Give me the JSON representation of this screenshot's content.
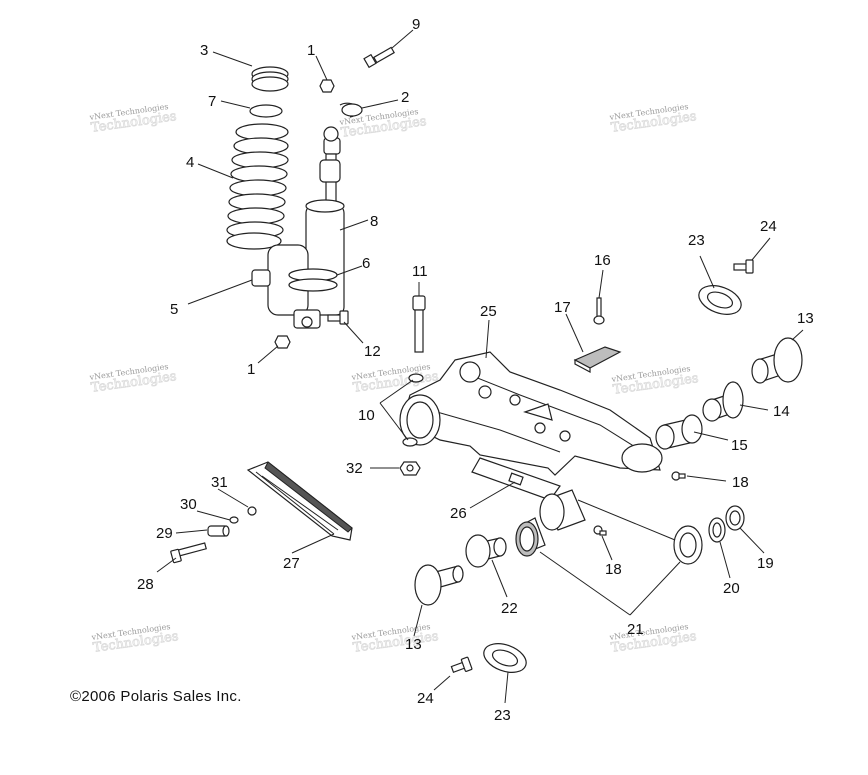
{
  "watermark": {
    "text": "vNext Technologies"
  },
  "copyright": "©2006 Polaris Sales Inc.",
  "callouts": [
    {
      "id": "c9a",
      "label": "9"
    },
    {
      "id": "c3",
      "label": "3"
    },
    {
      "id": "c1a",
      "label": "1"
    },
    {
      "id": "c2",
      "label": "2"
    },
    {
      "id": "c7",
      "label": "7"
    },
    {
      "id": "c4",
      "label": "4"
    },
    {
      "id": "c8",
      "label": "8"
    },
    {
      "id": "c6",
      "label": "6"
    },
    {
      "id": "c5",
      "label": "5"
    },
    {
      "id": "c12",
      "label": "12"
    },
    {
      "id": "c1b",
      "label": "1"
    },
    {
      "id": "c11",
      "label": "11"
    },
    {
      "id": "c25",
      "label": "25"
    },
    {
      "id": "c17",
      "label": "17"
    },
    {
      "id": "c16",
      "label": "16"
    },
    {
      "id": "c23a",
      "label": "23"
    },
    {
      "id": "c24a",
      "label": "24"
    },
    {
      "id": "c13a",
      "label": "13"
    },
    {
      "id": "c14",
      "label": "14"
    },
    {
      "id": "c15",
      "label": "15"
    },
    {
      "id": "c10",
      "label": "10"
    },
    {
      "id": "c32",
      "label": "32"
    },
    {
      "id": "c18a",
      "label": "18"
    },
    {
      "id": "c31",
      "label": "31"
    },
    {
      "id": "c30",
      "label": "30"
    },
    {
      "id": "c29",
      "label": "29"
    },
    {
      "id": "c28",
      "label": "28"
    },
    {
      "id": "c27",
      "label": "27"
    },
    {
      "id": "c26",
      "label": "26"
    },
    {
      "id": "c18b",
      "label": "18"
    },
    {
      "id": "c20",
      "label": "20"
    },
    {
      "id": "c19",
      "label": "19"
    },
    {
      "id": "c22",
      "label": "22"
    },
    {
      "id": "c21",
      "label": "21"
    },
    {
      "id": "c13b",
      "label": "13"
    },
    {
      "id": "c24b",
      "label": "24"
    },
    {
      "id": "c23b",
      "label": "23"
    }
  ]
}
